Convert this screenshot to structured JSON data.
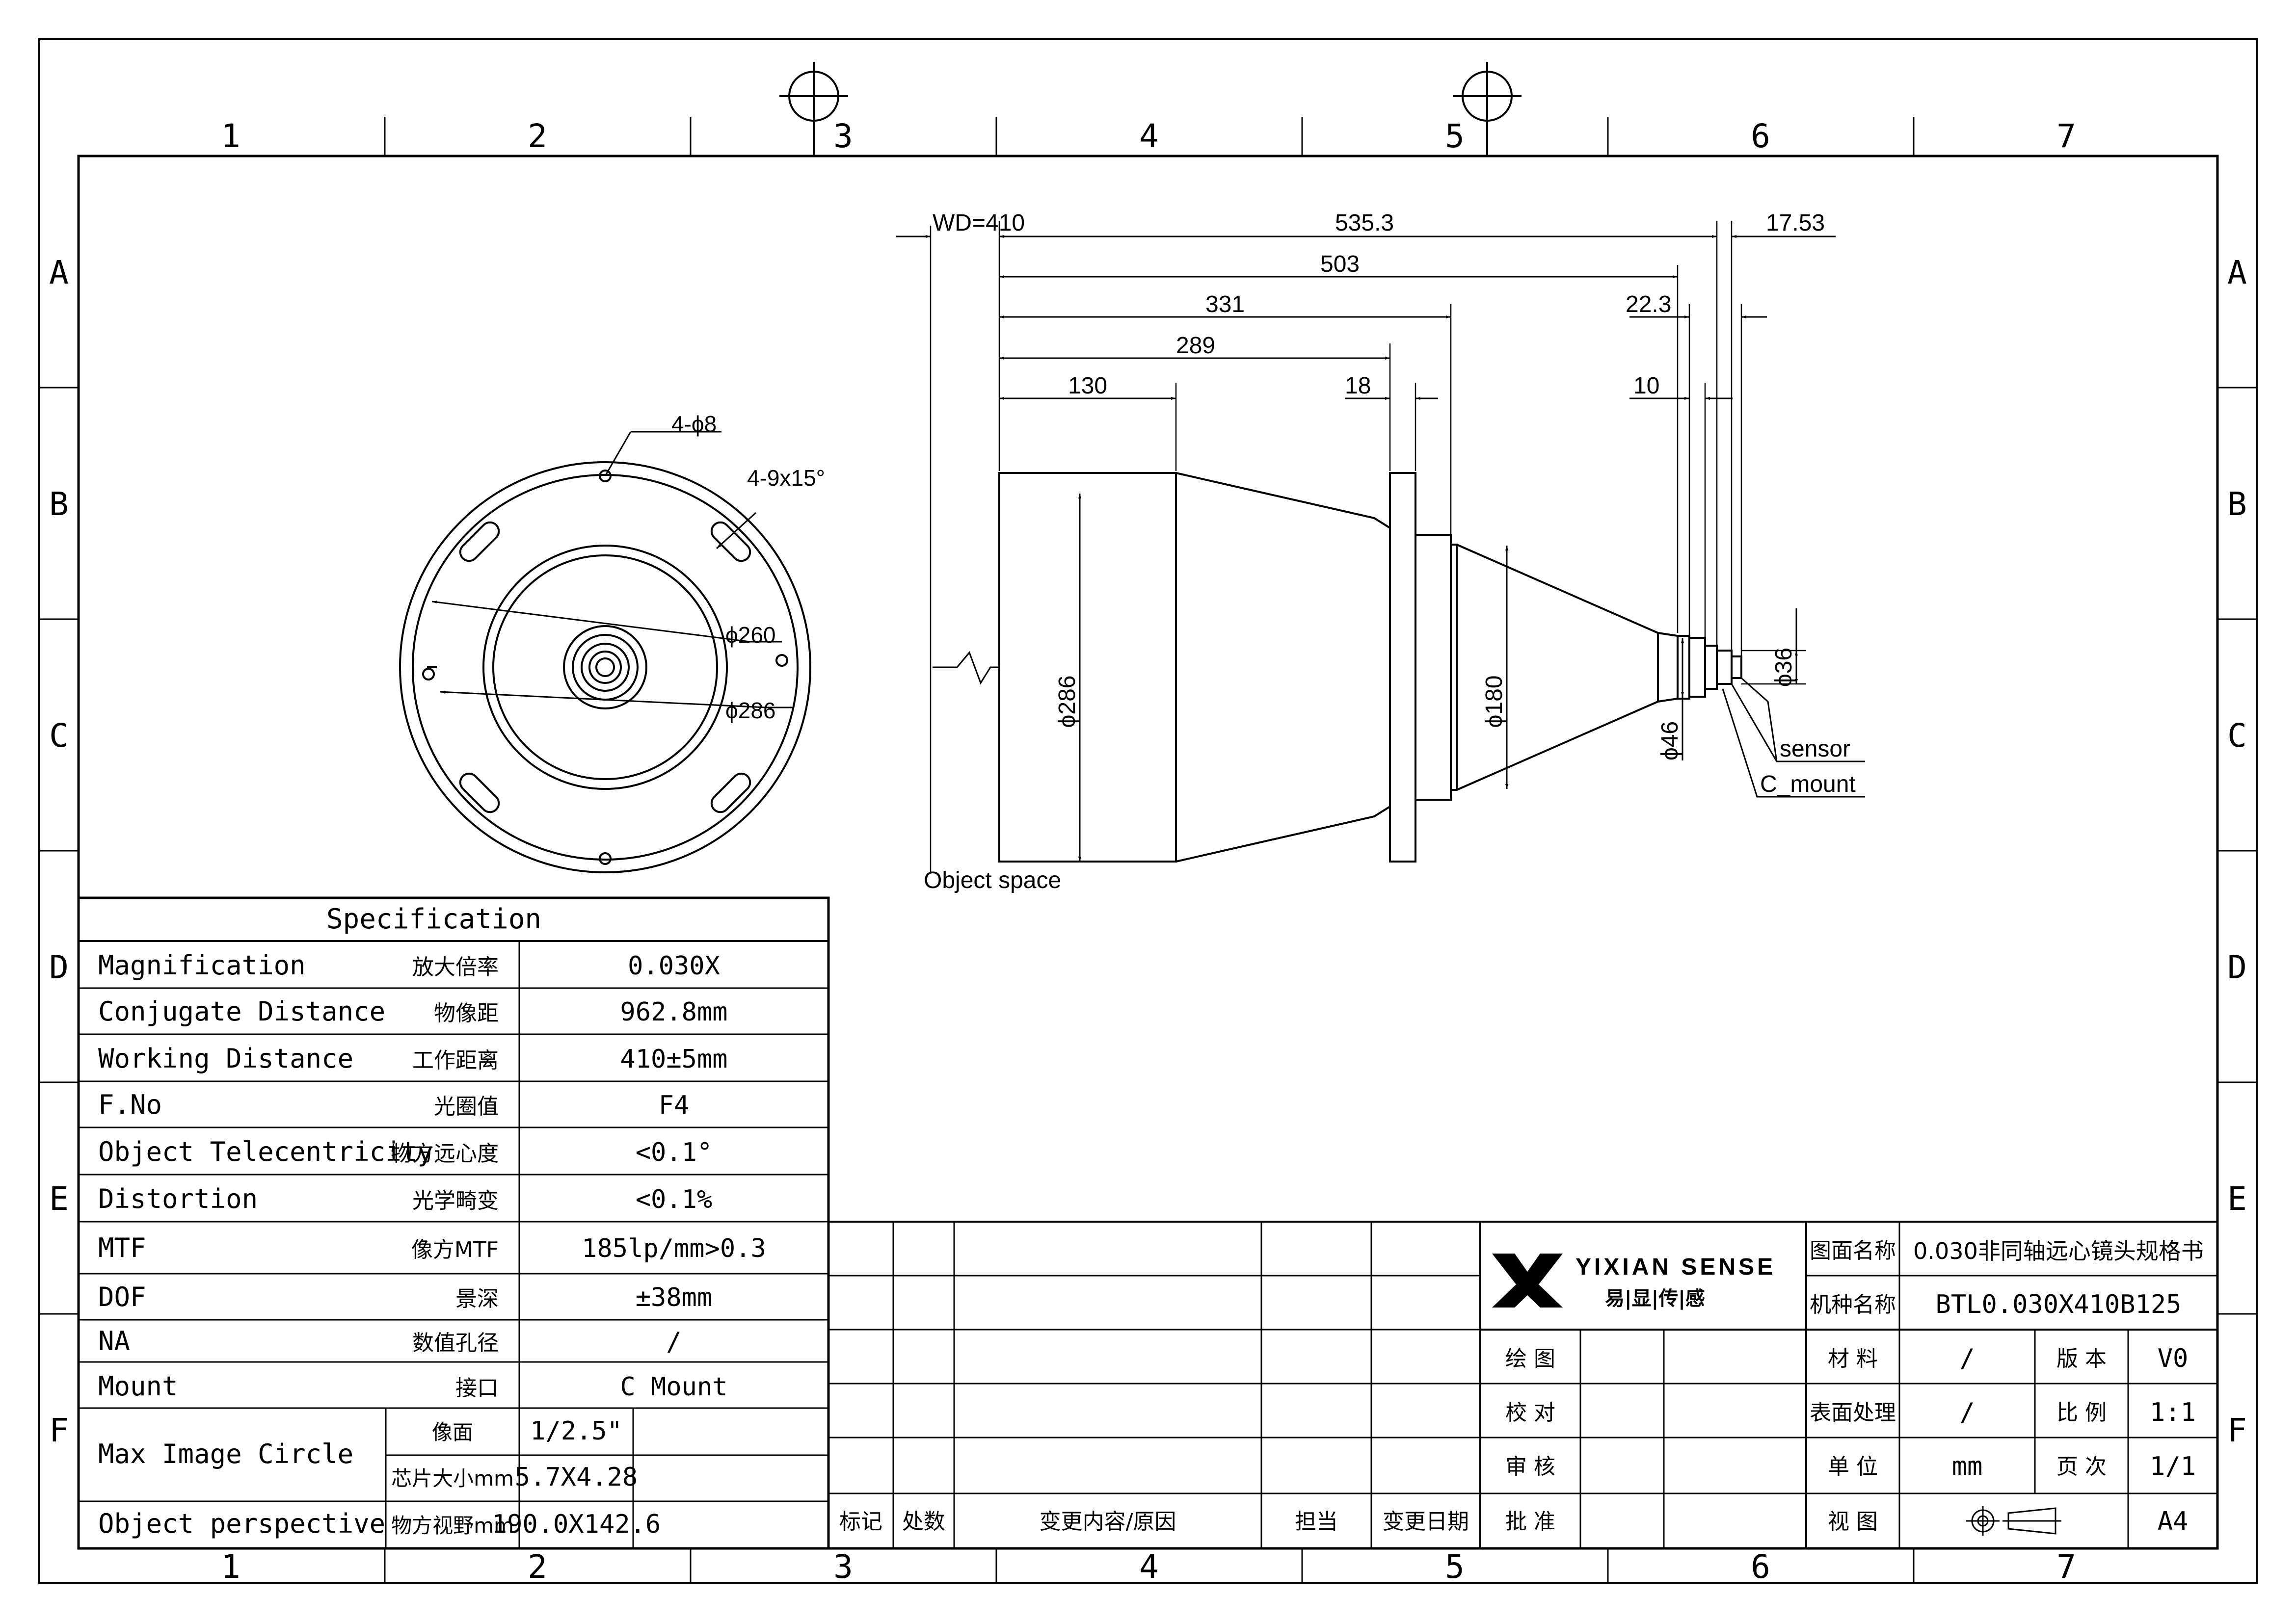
{
  "border": {
    "columns": [
      "1",
      "2",
      "3",
      "4",
      "5",
      "6",
      "7"
    ],
    "rows": [
      "A",
      "B",
      "C",
      "D",
      "E",
      "F"
    ]
  },
  "dimensions": {
    "wd": "WD=410",
    "d535": "535.3",
    "d17": "17.53",
    "d503": "503",
    "d331": "331",
    "d22": "22.3",
    "d289": "289",
    "d130": "130",
    "d18": "18",
    "d10": "10",
    "holes": "4-ϕ8",
    "slots": "4-9x15°",
    "dia260": "ϕ260",
    "dia286": "ϕ286",
    "side286": "ϕ286",
    "side180": "ϕ180",
    "side46": "ϕ46",
    "side36": "ϕ36",
    "sensor": "sensor",
    "cmount": "C_mount",
    "object_space": "Object space"
  },
  "spec": {
    "title": "Specification",
    "rows": [
      {
        "en": "Magnification",
        "cn": "放大倍率",
        "val": "0.030X"
      },
      {
        "en": "Conjugate Distance",
        "cn": "物像距",
        "val": "962.8mm"
      },
      {
        "en": "Working Distance",
        "cn": "工作距离",
        "val": "410±5mm"
      },
      {
        "en": "F.No",
        "cn": "光圈值",
        "val": "F4"
      },
      {
        "en": "Object Telecentricity",
        "cn": "物方远心度",
        "val": "<0.1°"
      },
      {
        "en": "Distortion",
        "cn": "光学畸变",
        "val": "<0.1%"
      },
      {
        "en": "MTF",
        "cn": "像方MTF",
        "val": "185lp/mm>0.3"
      },
      {
        "en": "DOF",
        "cn": "景深",
        "val": "±38mm"
      },
      {
        "en": "NA",
        "cn": "数值孔径",
        "val": "/"
      },
      {
        "en": "Mount",
        "cn": "接口",
        "val": "C Mount"
      }
    ],
    "max_image_circle": {
      "label": "Max Image Circle",
      "sub1": "像面",
      "val1": "1/2.5\"",
      "sub2": "芯片大小mm",
      "val2": "5.7X4.28"
    },
    "object_perspective": {
      "label": "Object perspective",
      "sub": "物方视野mm",
      "val": "190.0X142.6"
    }
  },
  "revision": {
    "headers": [
      "标记",
      "处数",
      "变更内容/原因",
      "担当",
      "变更日期"
    ]
  },
  "title_block": {
    "brand": "YIXIAN SENSE",
    "brand_cn": "易|显|传|感",
    "drawing_name_label": "图面名称",
    "drawing_name": "0.030非同轴远心镜头规格书",
    "model_label": "机种名称",
    "model": "BTL0.030X410B125",
    "draw": "绘 图",
    "check": "校 对",
    "review": "审 核",
    "approve": "批 准",
    "material_label": "材 料",
    "material": "/",
    "version_label": "版 本",
    "version": "V0",
    "surface_label": "表面处理",
    "surface": "/",
    "scale_label": "比 例",
    "scale": "1:1",
    "unit_label": "单 位",
    "unit": "mm",
    "page_label": "页 次",
    "page": "1/1",
    "view_label": "视 图",
    "size": "A4"
  }
}
